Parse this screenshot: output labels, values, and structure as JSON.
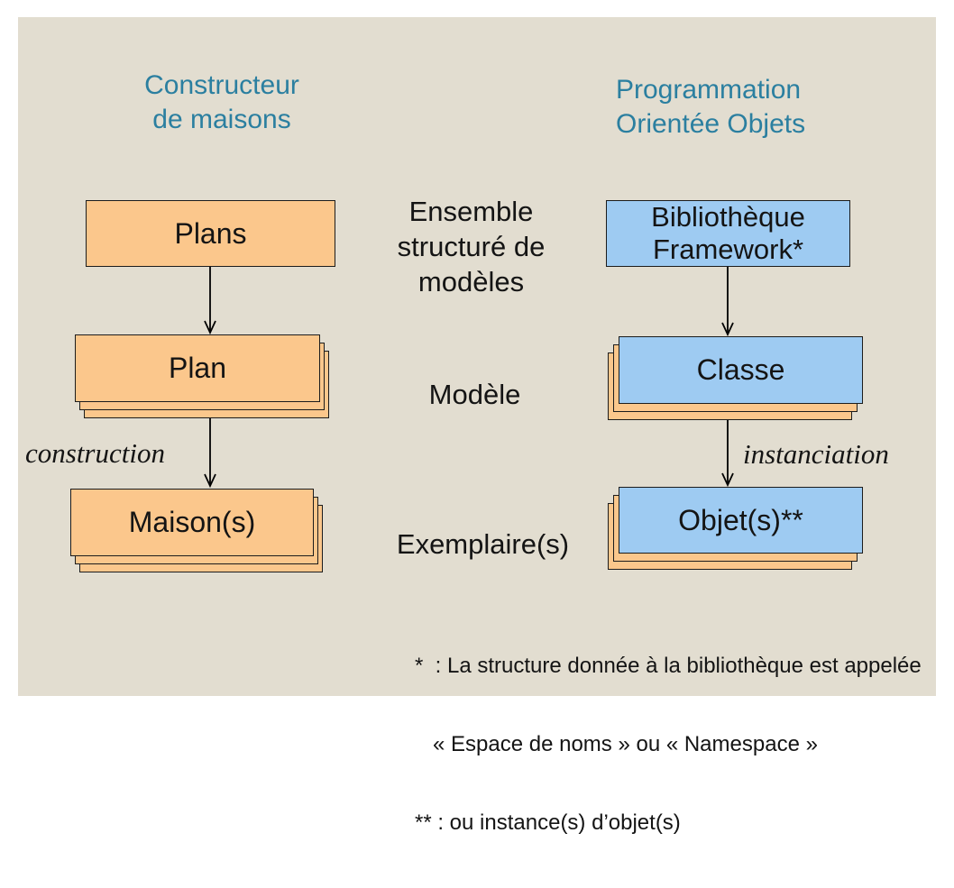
{
  "slide": {
    "left": {
      "title": "Constructeur\nde maisons",
      "box1": "Plans",
      "box2": "Plan",
      "box3": "Maison(s)",
      "arrow_label": "construction"
    },
    "middle": {
      "label1": "Ensemble\nstructuré de\nmodèles",
      "label2": "Modèle",
      "label3": "Exemplaire(s)"
    },
    "right": {
      "title": "Programmation\nOrientée Objets",
      "box1": "Bibliothèque\nFramework*",
      "box2": "Classe",
      "box3": "Objet(s)**",
      "arrow_label": "instanciation"
    },
    "footnotes": [
      "*  : La structure donnée à la bibliothèque est appelée",
      "   « Espace de noms » ou « Namespace »",
      "** : ou instance(s) d’objet(s)"
    ],
    "colors": {
      "background": "#ffffff",
      "panel": "#e2ddd0",
      "orange_box": "#fbc78c",
      "blue_box": "#9ecbf2",
      "title_teal": "#2b7fa0",
      "text": "#141414"
    }
  }
}
